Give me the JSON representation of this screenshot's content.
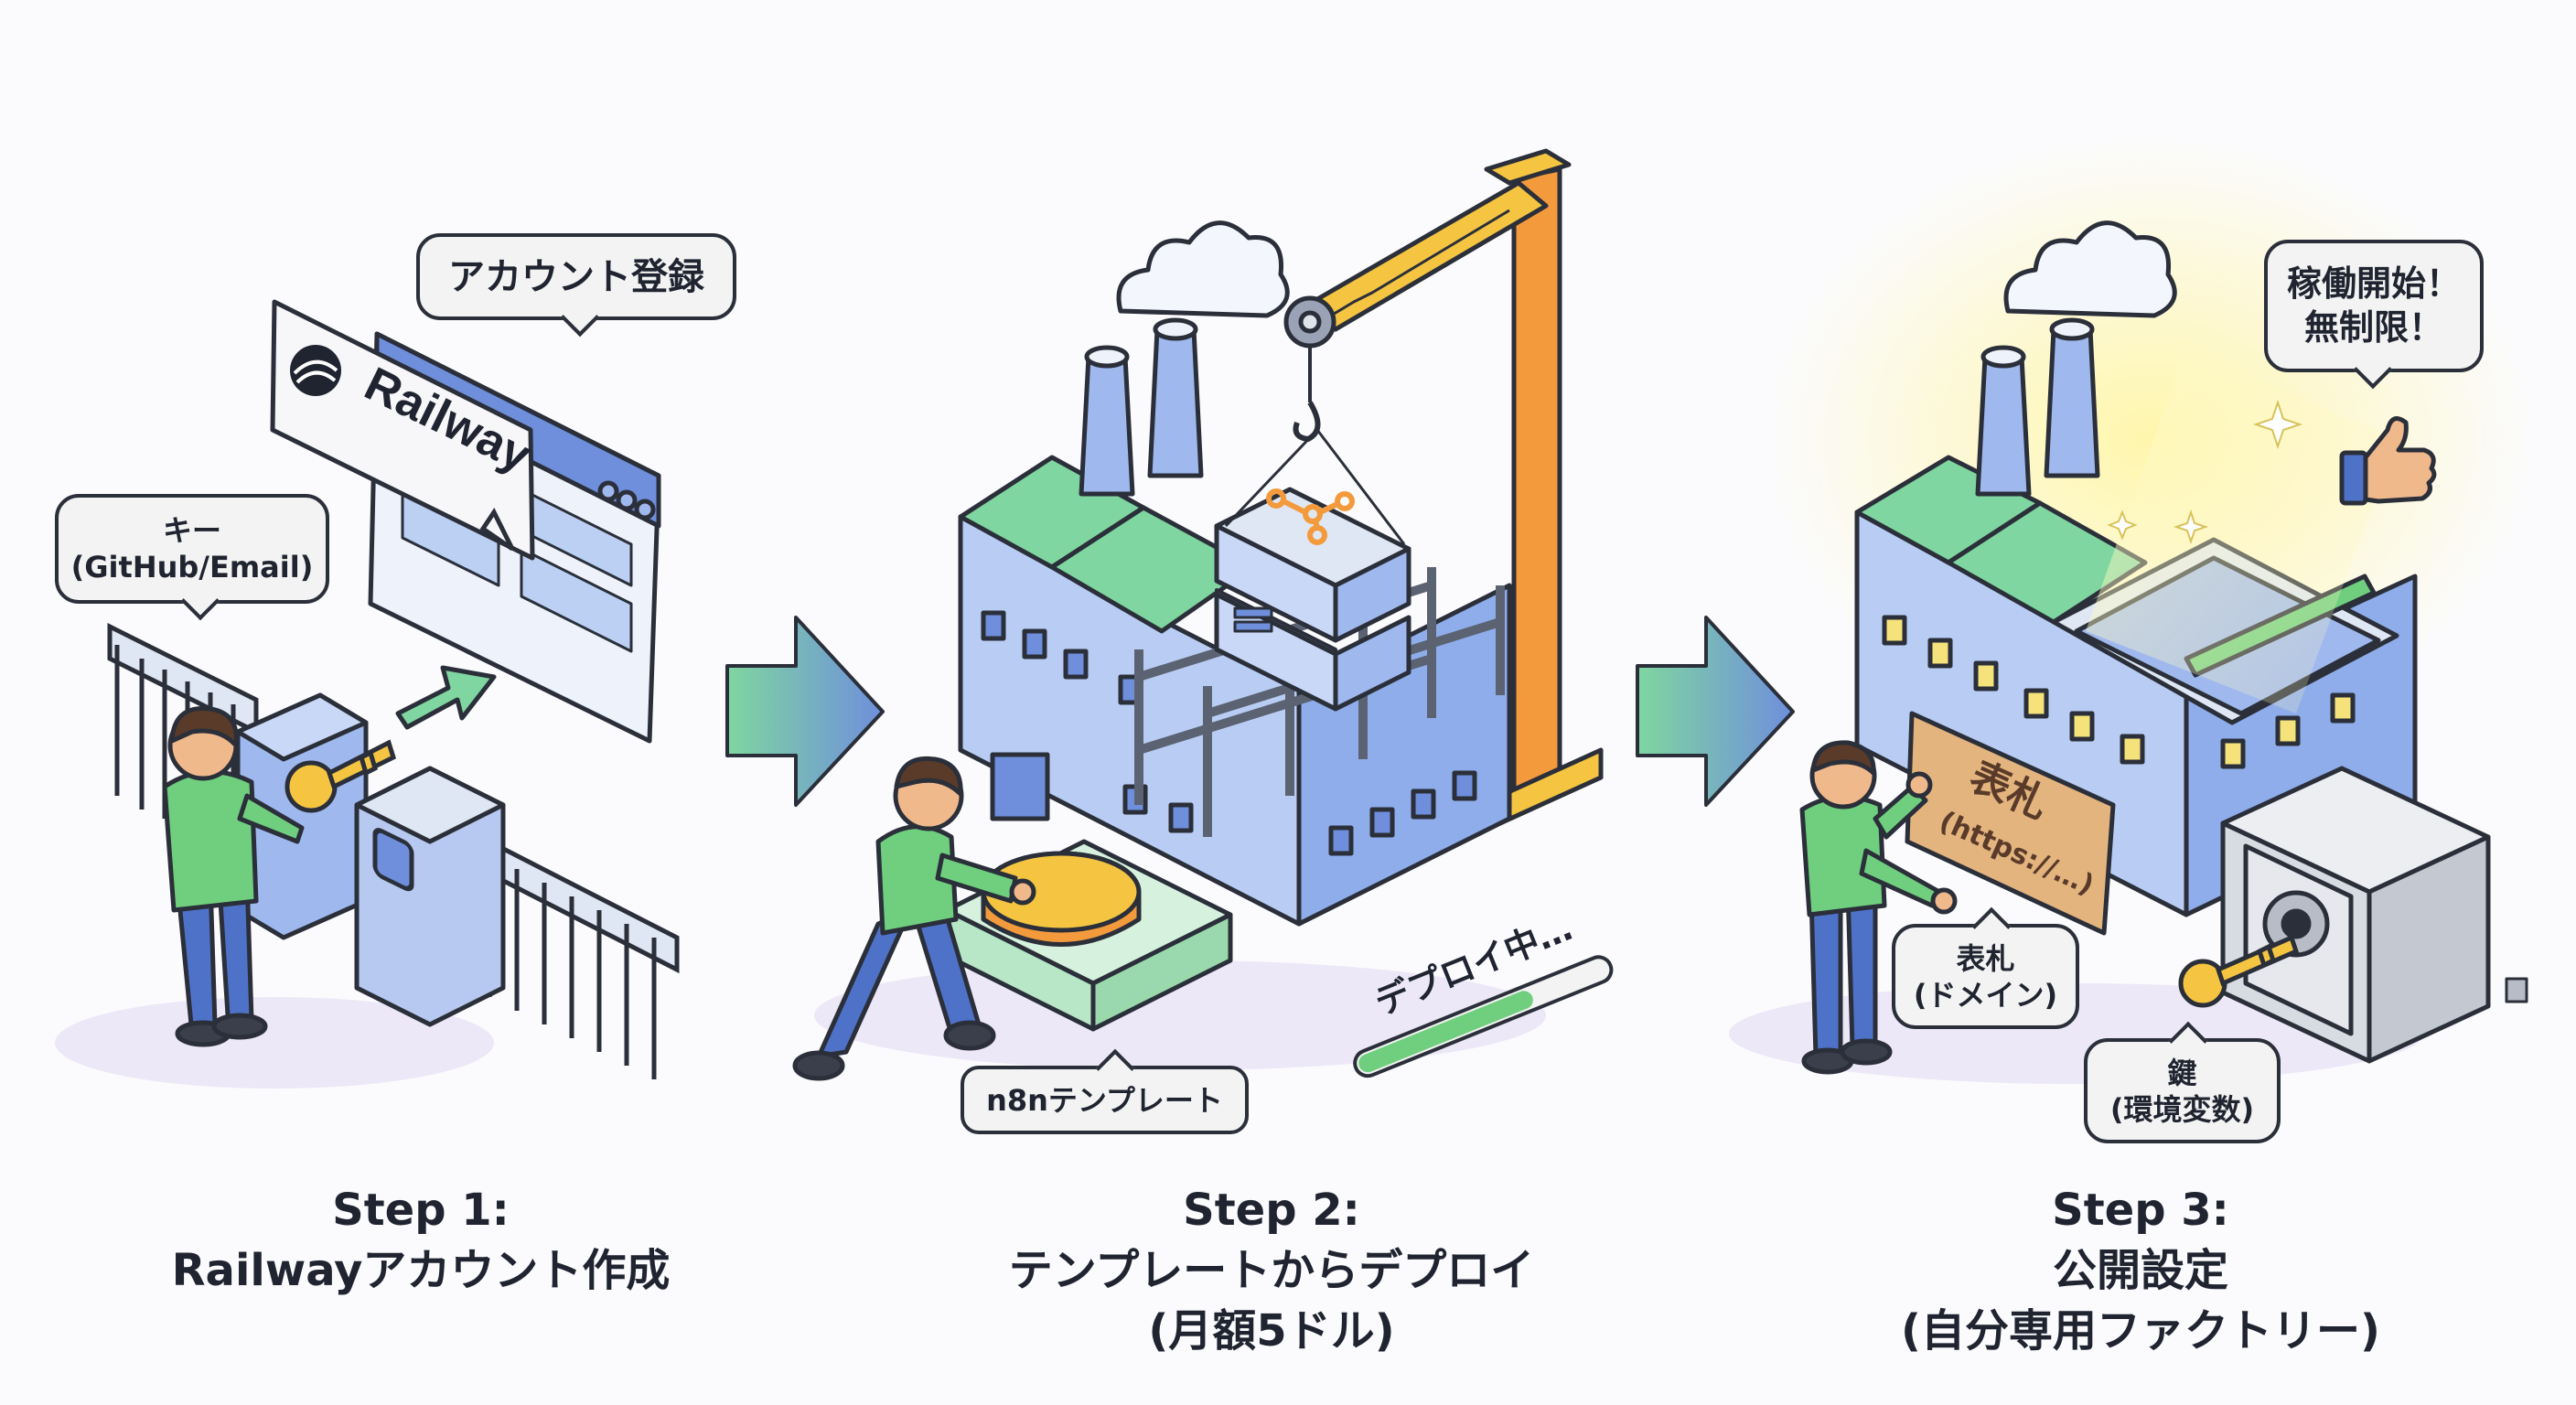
{
  "colors": {
    "blue": "#9fb8ee",
    "blue_dark": "#6f8fdc",
    "green_roof": "#7fd6a0",
    "skin": "#f0b98c",
    "shirt": "#6fcf7e",
    "pants": "#4f72c9",
    "gold": "#f5c542",
    "orange": "#f39a3d",
    "outline": "#2b2f3a"
  },
  "step1": {
    "caption_line1": "Step 1:",
    "caption_line2": "Railwayアカウント作成",
    "bubble_register": "アカウント登録",
    "bubble_key_line1": "キー",
    "bubble_key_line2": "(GitHub/Email)",
    "logo_text": "Railway",
    "icons": [
      "railway-logo-icon",
      "browser-window-icon",
      "gate-icon",
      "key-icon",
      "arrow-up-right-icon",
      "person-icon"
    ]
  },
  "step2": {
    "caption_line1": "Step 2:",
    "caption_line2": "テンプレートからデプロイ",
    "caption_line3": "(月額5ドル)",
    "bubble_template": "n8nテンプレート",
    "deploy_label": "デプロイ中…",
    "deploy_progress": 0.7,
    "icons": [
      "factory-icon",
      "crane-icon",
      "server-icon",
      "n8n-logo-icon",
      "person-pushing-icon",
      "cloud-icon"
    ]
  },
  "step3": {
    "caption_line1": "Step 3:",
    "caption_line2": "公開設定",
    "caption_line3": "(自分専用ファクトリー)",
    "bubble_start_line1": "稼働開始！",
    "bubble_start_line2": "無制限！",
    "sign_line1": "表札",
    "sign_line2": "(https://…)",
    "bubble_domain_line1": "表札",
    "bubble_domain_line2": "(ドメイン)",
    "bubble_envkey_line1": "鍵",
    "bubble_envkey_line2": "(環境変数)",
    "icons": [
      "factory-icon",
      "safe-icon",
      "key-icon",
      "thumbs-up-icon",
      "sparkle-icon",
      "person-icon"
    ]
  }
}
